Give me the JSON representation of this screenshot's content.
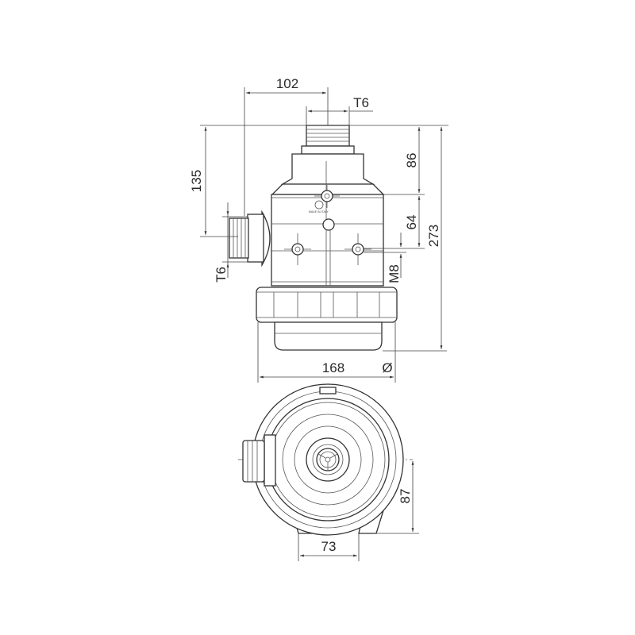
{
  "drawing": {
    "side_view": {
      "dimensions": {
        "width_to_inlet": "102",
        "top_thread": "T6",
        "inlet_height": "135",
        "upper_height": "86",
        "bracket_spacing": "64",
        "total_height": "273",
        "side_thread": "T6",
        "mount_bolt": "M8",
        "diameter": "168",
        "diameter_symbol": "Ø"
      },
      "marking": "MADE IN ITALY"
    },
    "bottom_view": {
      "dimensions": {
        "foot_height": "87",
        "foot_spacing": "73"
      }
    },
    "line_color": "#333333"
  }
}
